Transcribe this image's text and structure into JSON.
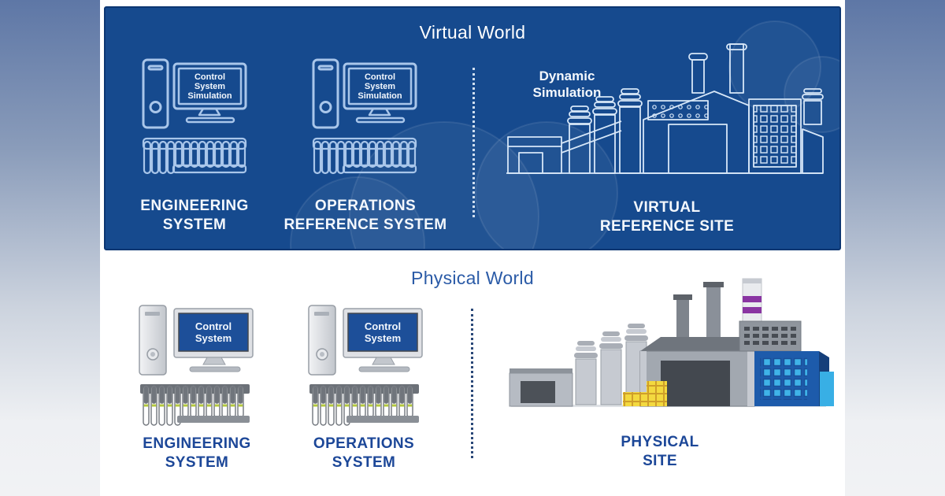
{
  "virtual_world": {
    "title": "Virtual World",
    "screen_text": "Control\nSystem\nSimulation",
    "engineering_label": "ENGINEERING\nSYSTEM",
    "operations_label": "OPERATIONS\nREFERENCE SYSTEM",
    "dynamic_label": "Dynamic\nSimulation",
    "site_label": "VIRTUAL\nREFERENCE SITE"
  },
  "physical_world": {
    "title": "Physical World",
    "screen_text": "Control\nSystem",
    "engineering_label": "ENGINEERING\nSYSTEM",
    "operations_label": "OPERATIONS\nSYSTEM",
    "site_label": "PHYSICAL\nSITE"
  },
  "colors": {
    "panel_blue": "#164a8e",
    "panel_border": "#0c3672",
    "outline_light_blue": "#a9c6ea",
    "label_dark_blue": "#1c4798",
    "title_blue": "#2b5ba7",
    "screen_navy": "#1d4f99",
    "window_cyan": "#3fb3e8",
    "chimney_purple": "#8a35a2",
    "barrel_yellow": "#f3d93f"
  }
}
